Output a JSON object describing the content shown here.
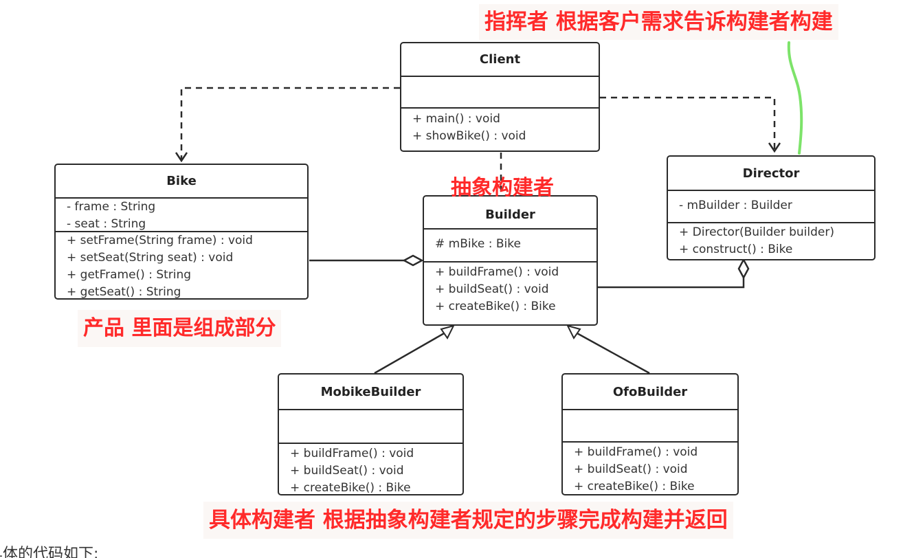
{
  "classes": {
    "client": {
      "name": "Client",
      "attributes": [],
      "operations": [
        "+ main() : void",
        "+ showBike() : void"
      ]
    },
    "bike": {
      "name": "Bike",
      "attributes": [
        "- frame : String",
        "- seat : String"
      ],
      "operations": [
        "+ setFrame(String frame) : void",
        "+ setSeat(String seat) : void",
        "+ getFrame() : String",
        "+ getSeat() : String"
      ]
    },
    "builder": {
      "name": "Builder",
      "attributes": [
        "# mBike : Bike"
      ],
      "operations": [
        "+ buildFrame() : void",
        "+ buildSeat() : void",
        "+ createBike() : Bike"
      ]
    },
    "director": {
      "name": "Director",
      "attributes": [
        "- mBuilder : Builder"
      ],
      "operations": [
        "+ Director(Builder builder)",
        "+ construct() : Bike"
      ]
    },
    "mobike_builder": {
      "name": "MobikeBuilder",
      "attributes": [],
      "operations": [
        "+ buildFrame() : void",
        "+ buildSeat() : void",
        "+ createBike() : Bike"
      ]
    },
    "ofo_builder": {
      "name": "OfoBuilder",
      "attributes": [],
      "operations": [
        "+ buildFrame() : void",
        "+ buildSeat() : void",
        "+ createBike() : Bike"
      ]
    }
  },
  "annotations": {
    "director_note": "指挥者 根据客户需求告诉构建者构建",
    "builder_note": "抽象构建者",
    "product_note": "产品 里面是组成部分",
    "concrete_note": "具体构建者 根据抽象构建者规定的步骤完成构建并返回"
  },
  "trailing_text": "具体的代码如下:",
  "colors": {
    "annotation": "#ff2a2a",
    "highlight_line": "#7de36a",
    "line": "#2a2a2a"
  }
}
